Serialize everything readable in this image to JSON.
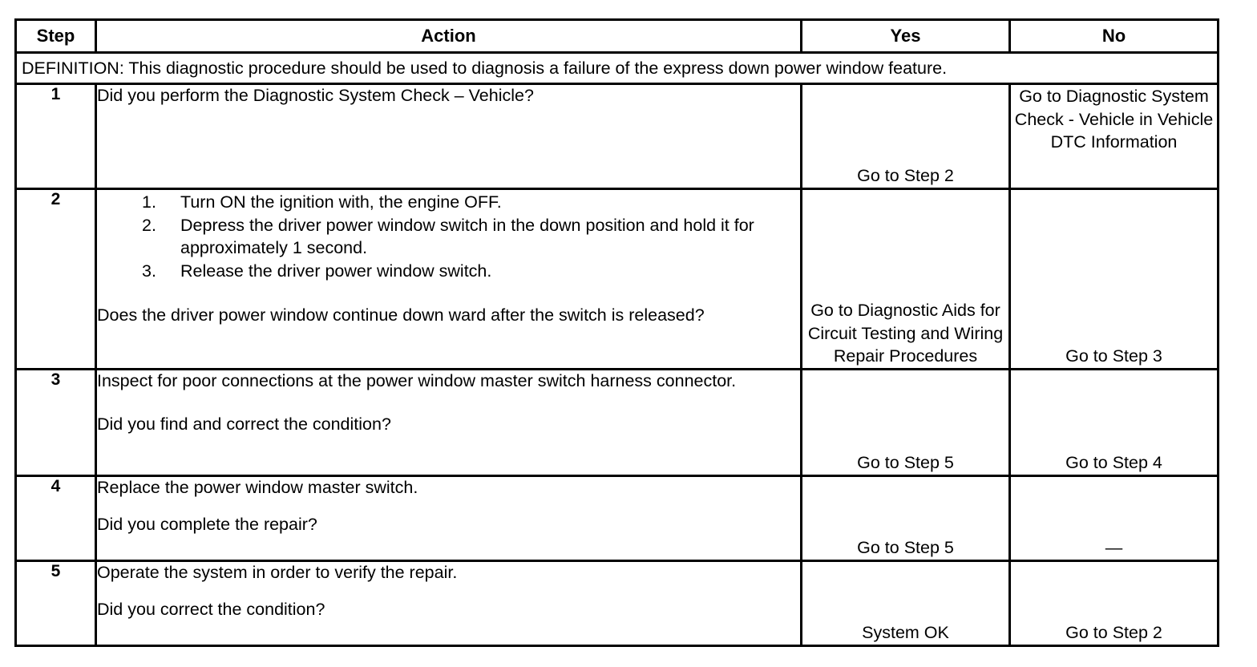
{
  "document": {
    "type": "diagnostic-procedure-table",
    "columns": {
      "step": "Step",
      "action": "Action",
      "yes": "Yes",
      "no": "No"
    },
    "definition": "DEFINITION: This diagnostic procedure should be used to diagnosis a failure of the express down power window feature.",
    "rows": [
      {
        "step": "1",
        "action_lead": "Did you perform the Diagnostic System Check – Vehicle?",
        "action_question": "",
        "list": [],
        "yes": "Go to Step 2",
        "no": "Go to Diagnostic System Check - Vehicle in Vehicle DTC Information",
        "yes_align": "bottom",
        "no_align": "top"
      },
      {
        "step": "2",
        "action_lead": "",
        "list": [
          {
            "num": "1.",
            "text": "Turn ON the ignition with, the engine OFF."
          },
          {
            "num": "2.",
            "text": "Depress the driver power window switch in the down position and hold it for approximately 1 second."
          },
          {
            "num": "3.",
            "text": "Release the driver power window switch."
          }
        ],
        "action_question": "Does the driver power window continue down ward after the switch is released?",
        "yes": "Go to Diagnostic Aids for Circuit Testing and Wiring Repair Procedures",
        "no": "Go to Step 3",
        "yes_align": "bottom",
        "no_align": "bottom"
      },
      {
        "step": "3",
        "action_lead": "Inspect for poor connections at the power window master switch harness connector.",
        "list": [],
        "action_question": "Did you find and correct the condition?",
        "yes": "Go to Step 5",
        "no": "Go to Step 4",
        "yes_align": "bottom",
        "no_align": "bottom"
      },
      {
        "step": "4",
        "action_lead": "Replace the power window master switch.",
        "list": [],
        "action_question": "Did you complete the repair?",
        "yes": "Go to Step 5",
        "no": "—",
        "yes_align": "bottom",
        "no_align": "bottom"
      },
      {
        "step": "5",
        "action_lead": "Operate the system in order to verify the repair.",
        "list": [],
        "action_question": "Did you correct the condition?",
        "yes": "System OK",
        "no": "Go to Step 2",
        "yes_align": "bottom",
        "no_align": "bottom"
      }
    ]
  }
}
